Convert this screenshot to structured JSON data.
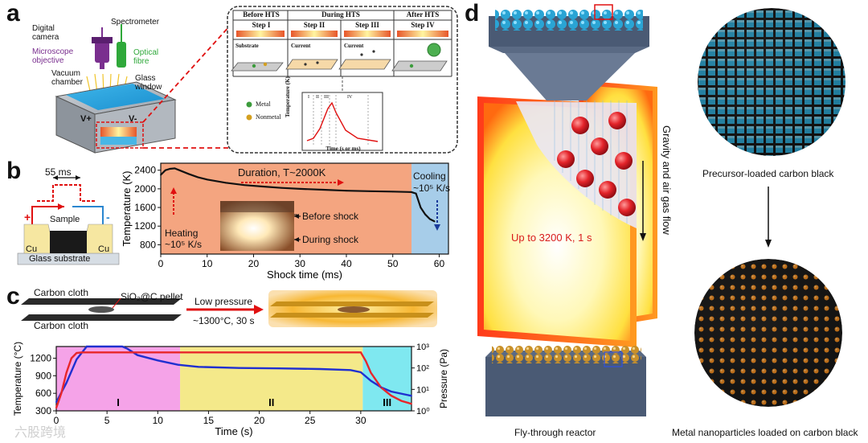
{
  "panel_labels": {
    "a": "a",
    "b": "b",
    "c": "c",
    "d": "d"
  },
  "panel_a": {
    "apparatus": {
      "camera": "Digital\ncamera",
      "spectrometer": "Spectrometer",
      "objective": "Microscope\nobjective",
      "fibre": "Optical\nfibre",
      "chamber": "Vacuum\nchamber",
      "window": "Glass\nwindow",
      "vplus": "V+",
      "vminus": "V-"
    },
    "inset": {
      "headers": [
        "Before HTS",
        "During HTS",
        "After HTS"
      ],
      "steps": [
        "Step I",
        "Step II",
        "Step III",
        "Step IV"
      ],
      "substrate": "Substrate",
      "current": "Current",
      "legend_metal": "Metal",
      "legend_nonmetal": "Nonmetal",
      "graph_ylabel": "Temperature (K)",
      "graph_xlabel": "Time (s or ms)",
      "graph_phases": [
        "I",
        "II",
        "III",
        "IV"
      ]
    }
  },
  "panel_b": {
    "pulse_label": "55 ms",
    "sample": "Sample",
    "cu_left": "Cu",
    "cu_right": "Cu",
    "glass": "Glass substrate",
    "plus": "+",
    "minus": "-",
    "heating_label_1": "Heating",
    "heating_label_2": "~10⁵ K/s",
    "duration_label": "Duration, T~2000K",
    "cooling_label_1": "Cooling",
    "cooling_label_2": "~10⁵ K/s",
    "photo_label_before": "Before shock",
    "photo_label_during": "During shock",
    "colors": {
      "heating_bg": "#f4a580",
      "cooling_bg": "#a7cde9",
      "curve": "#111111"
    }
  },
  "panel_c": {
    "carbon_top": "Carbon cloth",
    "carbon_bottom": "Carbon cloth",
    "pellet": "SiO₂@C pellet",
    "arrow_top": "Low pressure",
    "arrow_bottom": "~1300°C, 30 s",
    "phase_labels": [
      "I",
      "II",
      "III"
    ],
    "colors": {
      "phase1": "#f5a3e8",
      "phase2": "#f4e98a",
      "phase3": "#7fe8f0",
      "temp": "#e8262a",
      "pressure": "#2030d0"
    }
  },
  "panel_d": {
    "reactor_temp": "Up to 3200 K, 1 s",
    "flow": "Gravity and air gas flow",
    "caption_reactor": "Fly-through reactor",
    "caption_precursor": "Precursor-loaded carbon black",
    "caption_product": "Metal nanoparticles loaded on carbon black"
  },
  "watermark": "六股跨境",
  "chart_data": [
    {
      "type": "line",
      "panel": "b",
      "xlabel": "Shock time (ms)",
      "ylabel": "Temperature (K)",
      "xlim": [
        0,
        62
      ],
      "ylim": [
        600,
        2550
      ],
      "xticks": [
        0,
        10,
        20,
        30,
        40,
        50,
        60
      ],
      "yticks": [
        800,
        1200,
        1600,
        2000,
        2400
      ],
      "x": [
        0,
        1,
        2,
        3,
        4,
        6,
        8,
        10,
        14,
        18,
        22,
        26,
        30,
        35,
        40,
        45,
        50,
        54,
        55,
        56,
        57,
        58,
        59
      ],
      "y": [
        2300,
        2400,
        2430,
        2440,
        2400,
        2320,
        2250,
        2200,
        2130,
        2080,
        2050,
        2020,
        2000,
        1980,
        1960,
        1950,
        1940,
        1930,
        1900,
        1600,
        1450,
        1350,
        1300
      ]
    },
    {
      "type": "line",
      "panel": "c",
      "xlabel": "Time (s)",
      "ylabel": "Temperature (°C)",
      "y2label": "Pressure (Pa)",
      "xlim": [
        0,
        35
      ],
      "ylim": [
        300,
        1400
      ],
      "y2lim_log10": [
        0,
        3
      ],
      "xticks": [
        0,
        5,
        10,
        15,
        20,
        25,
        30
      ],
      "yticks": [
        300,
        600,
        900,
        1200
      ],
      "y2ticks": [
        "10⁰",
        "10¹",
        "10²",
        "10³"
      ],
      "phase_bounds": [
        0,
        12.2,
        30.2,
        35
      ],
      "series": [
        {
          "axis": "left",
          "x": [
            0,
            0.5,
            1,
            1.5,
            2,
            2.5,
            3,
            30,
            30.5,
            31,
            32,
            33,
            34,
            35
          ],
          "y": [
            350,
            600,
            950,
            1200,
            1290,
            1300,
            1300,
            1300,
            1150,
            950,
            700,
            560,
            470,
            420
          ]
        },
        {
          "axis": "right",
          "x": [
            0,
            1,
            2,
            3,
            6.5,
            7,
            8,
            10,
            12,
            14,
            18,
            22,
            26,
            29,
            30,
            31,
            32,
            33,
            35
          ],
          "y": [
            0.4,
            1.3,
            2.4,
            3.0,
            3.0,
            2.9,
            2.6,
            2.35,
            2.15,
            2.05,
            2.0,
            1.98,
            1.95,
            1.9,
            1.8,
            1.4,
            1.1,
            0.9,
            0.7
          ]
        }
      ]
    }
  ]
}
